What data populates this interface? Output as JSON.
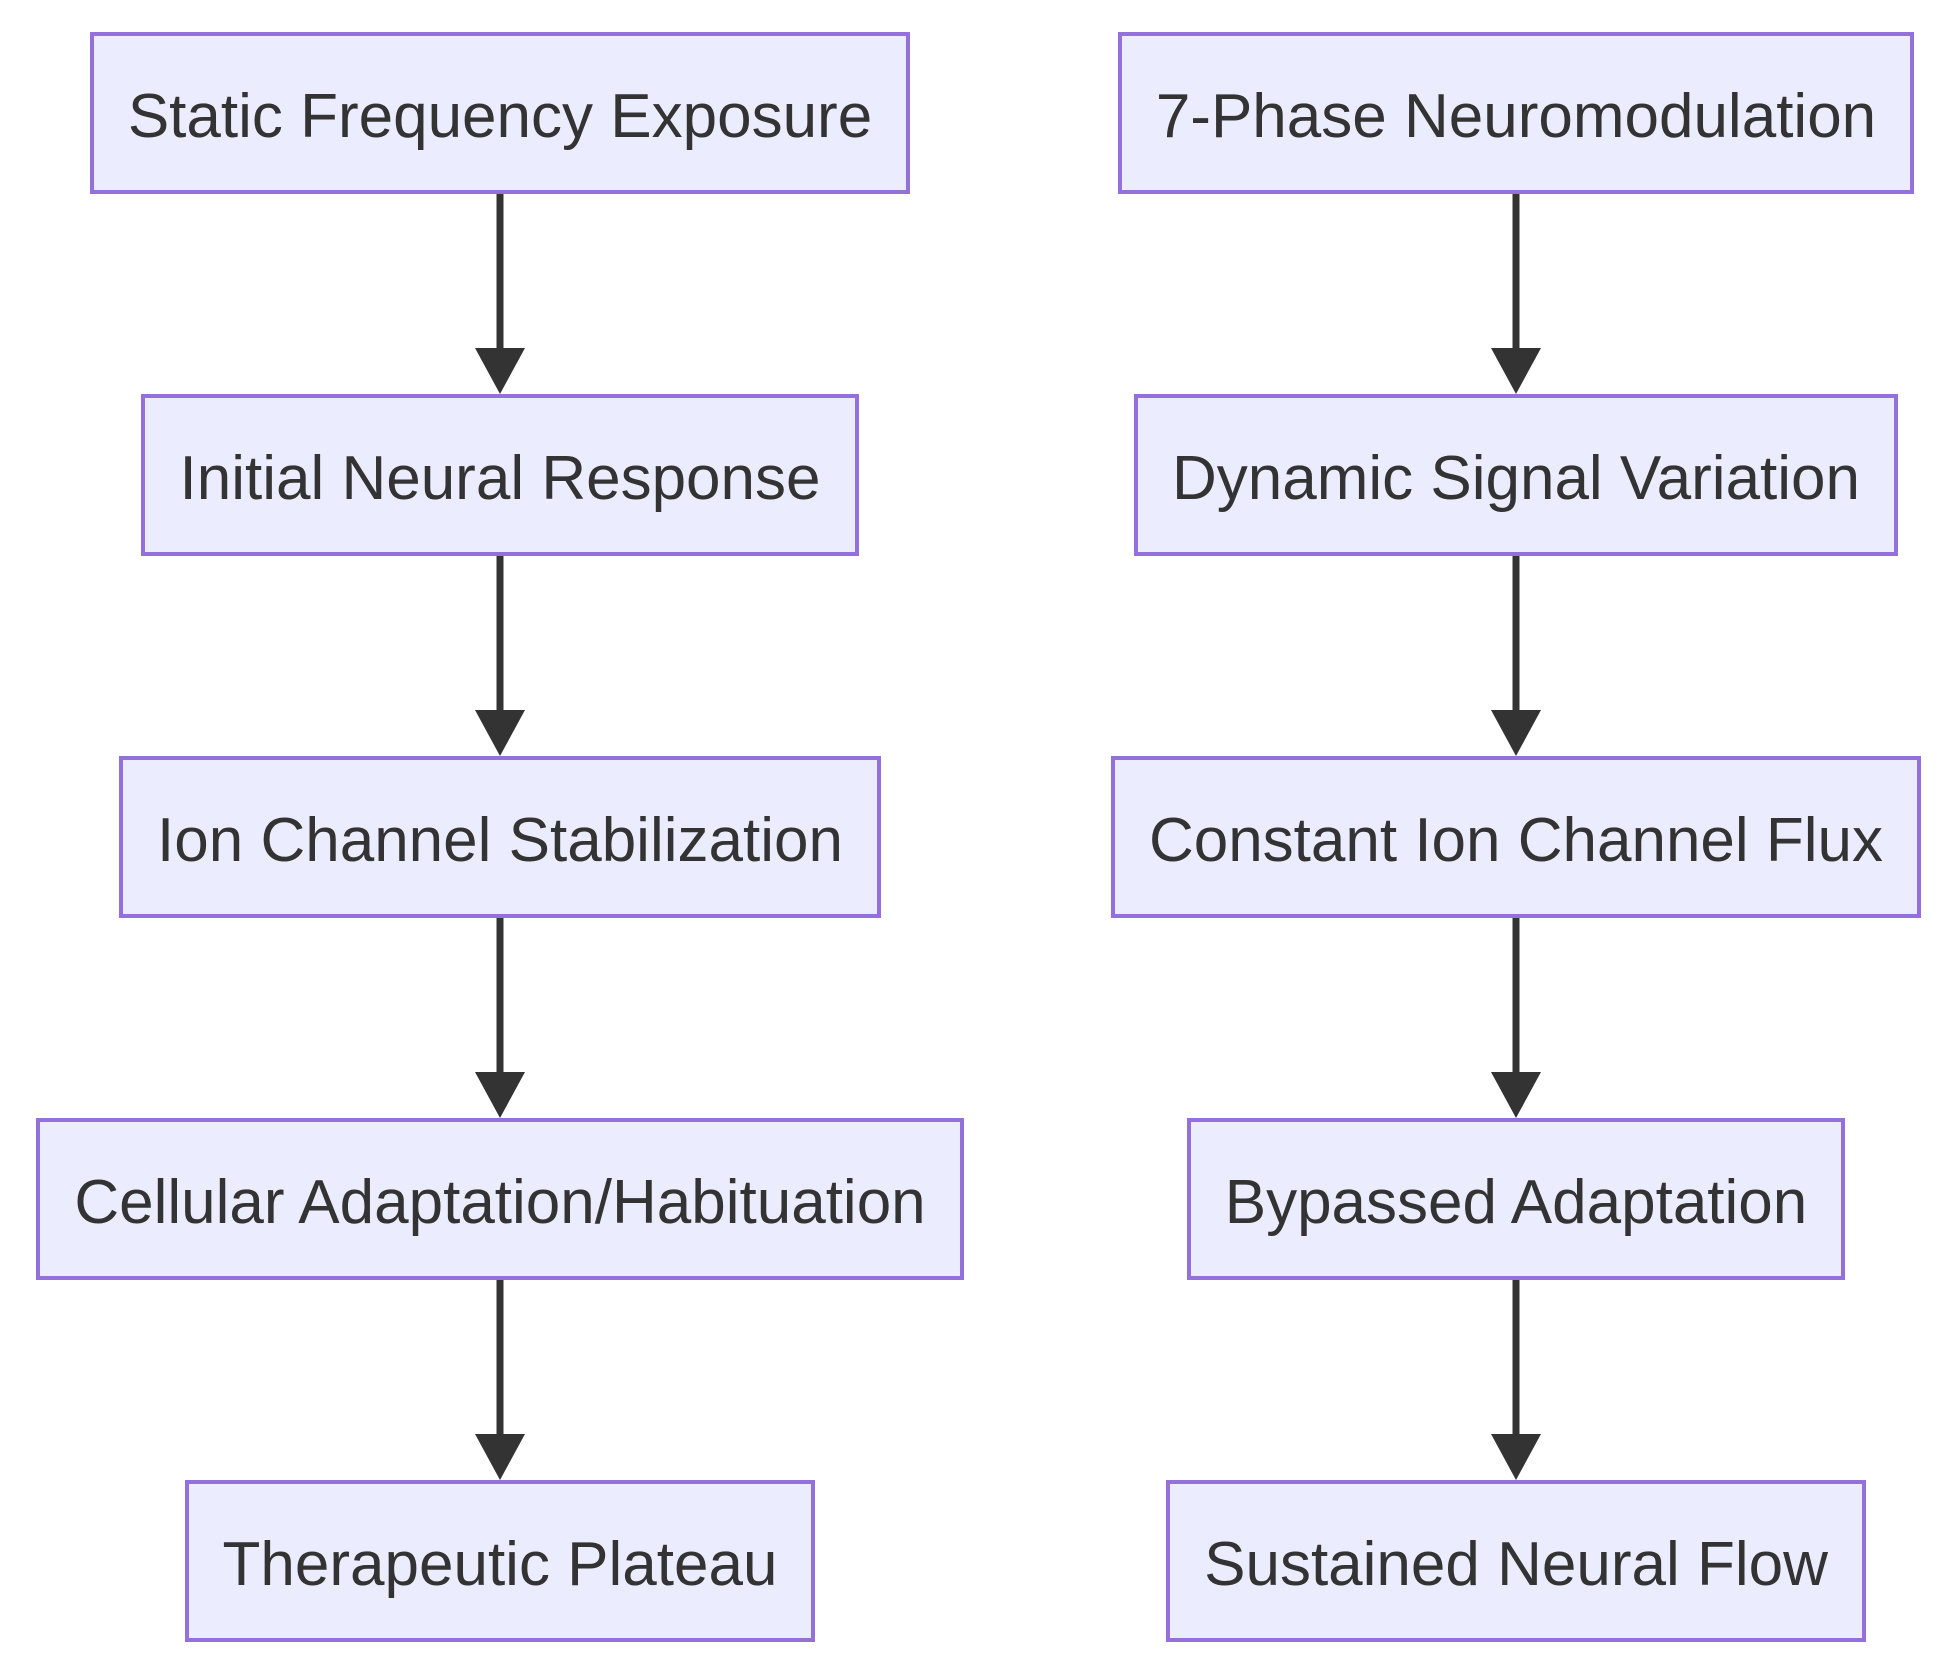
{
  "diagram": {
    "type": "flowchart",
    "direction": "top-down",
    "colors": {
      "background": "#ffffff",
      "node_fill": "#ECECFF",
      "node_border": "#9370DB",
      "arrow": "#333333",
      "text": "#333333"
    },
    "flows": [
      {
        "name": "static-frequency-pathway",
        "nodes": [
          {
            "label": "Static Frequency Exposure"
          },
          {
            "label": "Initial Neural Response"
          },
          {
            "label": "Ion Channel Stabilization"
          },
          {
            "label": "Cellular Adaptation/Habituation"
          },
          {
            "label": "Therapeutic Plateau"
          }
        ]
      },
      {
        "name": "seven-phase-pathway",
        "nodes": [
          {
            "label": "7-Phase Neuromodulation"
          },
          {
            "label": "Dynamic Signal Variation"
          },
          {
            "label": "Constant Ion Channel Flux"
          },
          {
            "label": "Bypassed Adaptation"
          },
          {
            "label": "Sustained Neural Flow"
          }
        ]
      }
    ]
  }
}
